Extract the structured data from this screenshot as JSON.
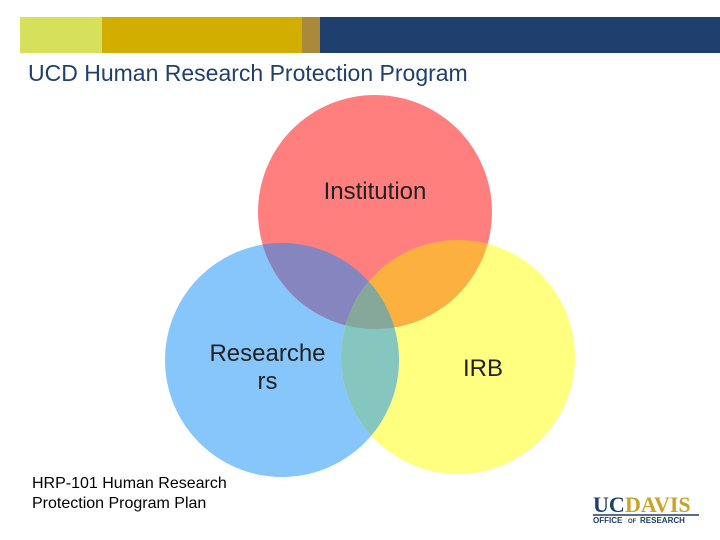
{
  "header": {
    "title": "UCD Human Research Protection Program",
    "band_colors": [
      "#d6e05a",
      "#d2ae00",
      "#a88a3a",
      "#1f3f6e"
    ]
  },
  "diagram": {
    "circles": [
      {
        "id": "institution",
        "label": "Institution",
        "color": "#ff7f7f"
      },
      {
        "id": "researchers",
        "label_line1": "Researche",
        "label_line2": "rs",
        "color": "#86c6fa"
      },
      {
        "id": "irb",
        "label": "IRB",
        "color": "#ffff80"
      }
    ]
  },
  "footer": {
    "line1": "HRP-101 Human Research",
    "line2": "Protection Program Plan"
  },
  "logo": {
    "uc": "UC",
    "davis": "DAVIS",
    "subtitle_office": "OFFICE",
    "subtitle_of": "OF",
    "subtitle_research": "RESEARCH"
  }
}
